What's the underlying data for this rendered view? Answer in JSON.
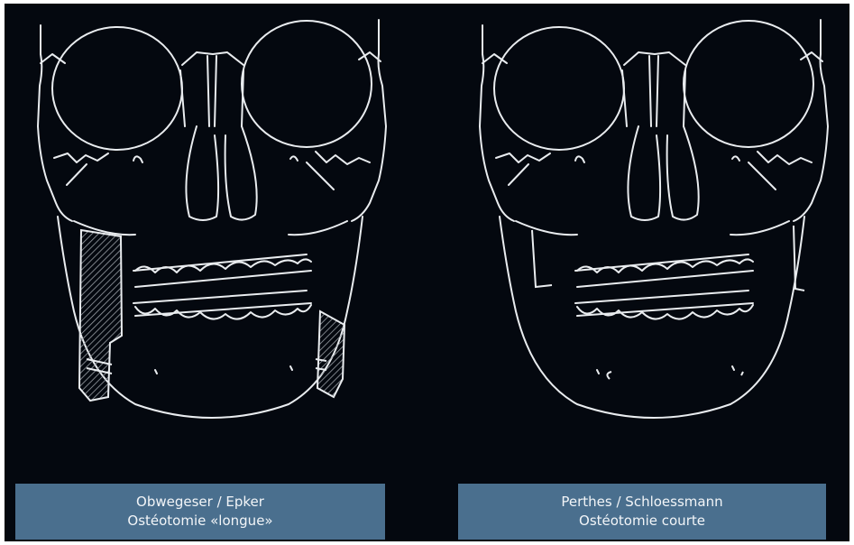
{
  "figures": [
    {
      "id": "obwegeser-epker",
      "title": "Obwegeser / Epker",
      "subtitle": "Ostéotomie «longue»"
    },
    {
      "id": "perthes-schloessmann",
      "title": "Perthes / Schloessmann",
      "subtitle": "Ostéotomie courte"
    }
  ],
  "colors": {
    "background": "#04080f",
    "line": "#e9ecef",
    "caption_fill": "#4a6f8e",
    "caption_text": "#f2f5f8"
  }
}
